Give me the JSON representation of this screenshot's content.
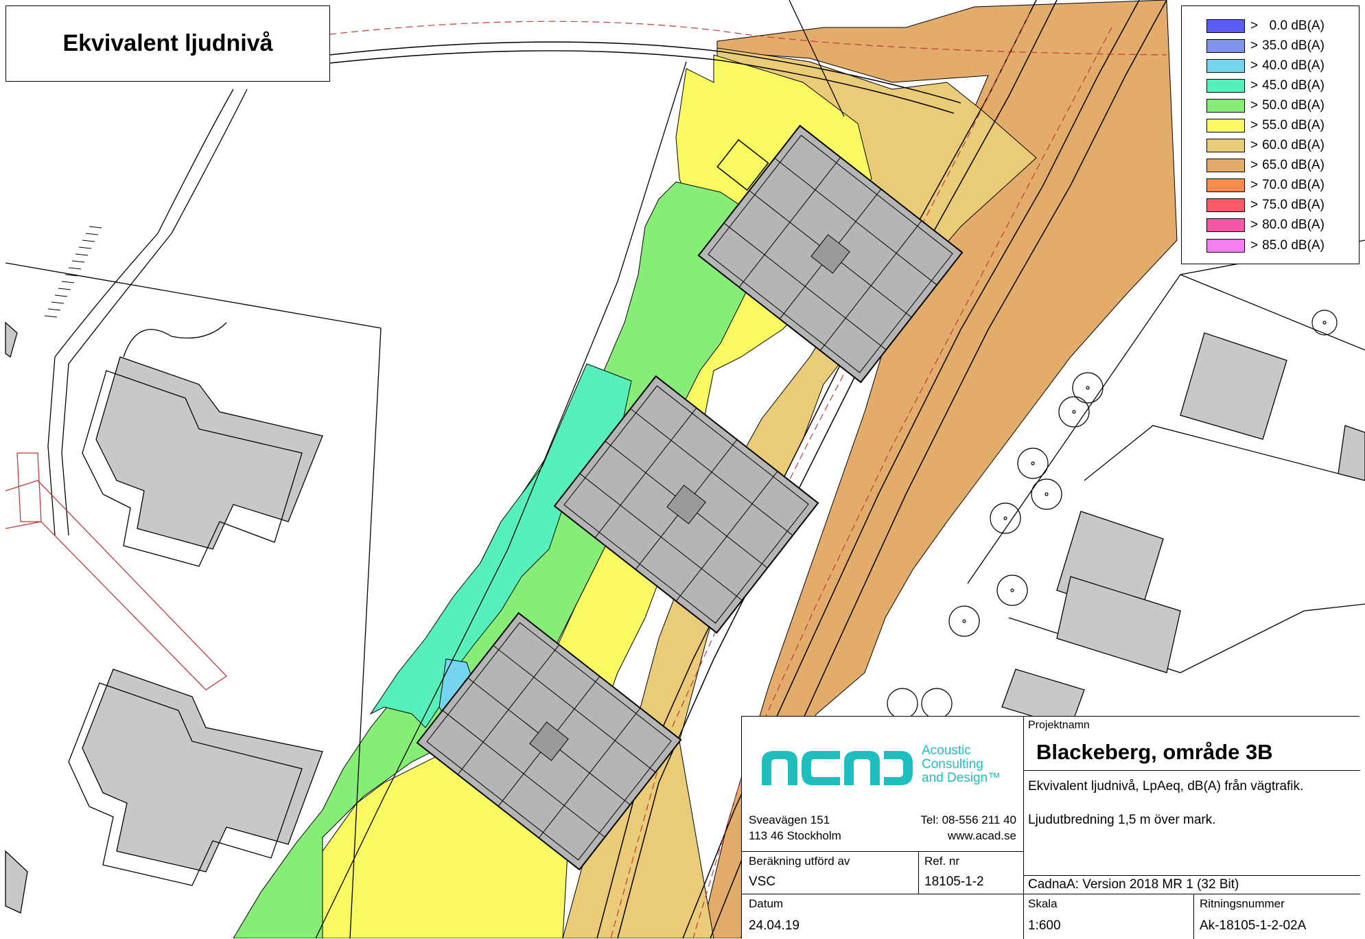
{
  "title": "Ekvivalent ljudnivå",
  "legend": {
    "items": [
      {
        "prefix": ">",
        "label": "  0.0 dB(A)",
        "color": "#5d5cf6"
      },
      {
        "prefix": ">",
        "label": "35.0 dB(A)",
        "color": "#8095ea"
      },
      {
        "prefix": ">",
        "label": "40.0 dB(A)",
        "color": "#73d5f0"
      },
      {
        "prefix": ">",
        "label": "45.0 dB(A)",
        "color": "#56f0bc"
      },
      {
        "prefix": ">",
        "label": "50.0 dB(A)",
        "color": "#86ed76"
      },
      {
        "prefix": ">",
        "label": "55.0 dB(A)",
        "color": "#f9f962"
      },
      {
        "prefix": ">",
        "label": "60.0 dB(A)",
        "color": "#eacb78"
      },
      {
        "prefix": ">",
        "label": "65.0 dB(A)",
        "color": "#e3ac6b"
      },
      {
        "prefix": ">",
        "label": "70.0 dB(A)",
        "color": "#fb8a4e"
      },
      {
        "prefix": ">",
        "label": "75.0 dB(A)",
        "color": "#fa5968"
      },
      {
        "prefix": ">",
        "label": "80.0 dB(A)",
        "color": "#f656a8"
      },
      {
        "prefix": ">",
        "label": "85.0 dB(A)",
        "color": "#f67ef3"
      }
    ]
  },
  "title_block": {
    "company": {
      "logo_lines": [
        "Acoustic",
        "Consulting",
        "and Design™"
      ],
      "logo_color": "#1fbfbf",
      "address_line1": "Sveavägen 151",
      "address_line2": "113 46 Stockholm",
      "phone": "Tel: 08-556 211 40",
      "website": "www.acad.se"
    },
    "project_label": "Projektnamn",
    "project_name": "Blackeberg, område 3B",
    "description_1": "Ekvivalent ljudnivå, LpAeq, dB(A) från vägtrafik.",
    "description_2": "Ljudutbredning 1,5 m över mark.",
    "calc_by_label": "Beräkning utförd av",
    "calc_by_value": "VSC",
    "ref_label": "Ref. nr",
    "ref_value": "18105-1-2",
    "software": "CadnaA: Version 2018 MR 1 (32 Bit)",
    "date_label": "Datum",
    "date_value": "24.04.19",
    "scale_label": "Skala",
    "scale_value": "1:600",
    "drawing_label": "Ritningsnummer",
    "drawing_value": "Ak-18105-1-2-02A"
  }
}
